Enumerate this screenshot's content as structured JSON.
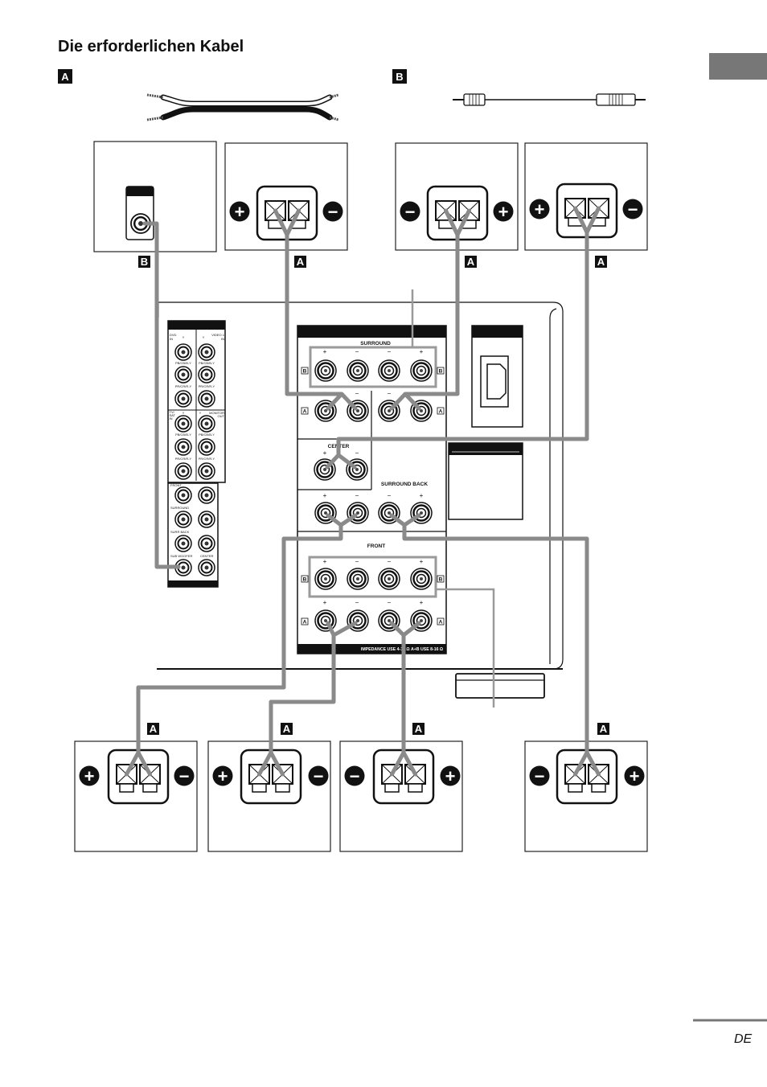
{
  "page": {
    "title": "Die erforderlichen Kabel",
    "language_marker": "DE"
  },
  "cable_types": {
    "a_label": "A",
    "b_label": "B"
  },
  "speakers": {
    "top_labels": [
      "B",
      "A",
      "A",
      "A"
    ],
    "bottom_labels": [
      "A",
      "A",
      "A",
      "A"
    ]
  },
  "polarity": {
    "plus": "+",
    "minus": "−"
  },
  "receiver": {
    "speaker_terminals": {
      "surround": "SURROUND",
      "center": "CENTER",
      "surround_back": "SURROUND BACK",
      "front": "FRONT",
      "marker_a": "A",
      "marker_b": "B",
      "impedance": "IMPEDANCE USE 4-16 Ω  A+B USE 8-16 Ω"
    },
    "video_panel": {
      "dvd_in": [
        "DVD",
        "IN"
      ],
      "video1_in": [
        "VIDEO 1",
        "IN"
      ],
      "tv_sat_in": [
        "TV/",
        "SAT",
        "IN"
      ],
      "monitor_out": [
        "MONITOR",
        "OUT"
      ],
      "y": "Y",
      "pb": "PB/CB/B-Y",
      "pr": "PR/CR/R-Y"
    },
    "audio_panel": {
      "front": "FRONT",
      "surround": "SURROUND",
      "surr_back": "SURR BACK",
      "sub_woofer": "SUB WOOFER",
      "center": "CENTER"
    }
  },
  "colors": {
    "cable": "#8a8a8a",
    "highlight": "#9a9a9a",
    "tab": "#777777",
    "ink": "#111111"
  }
}
